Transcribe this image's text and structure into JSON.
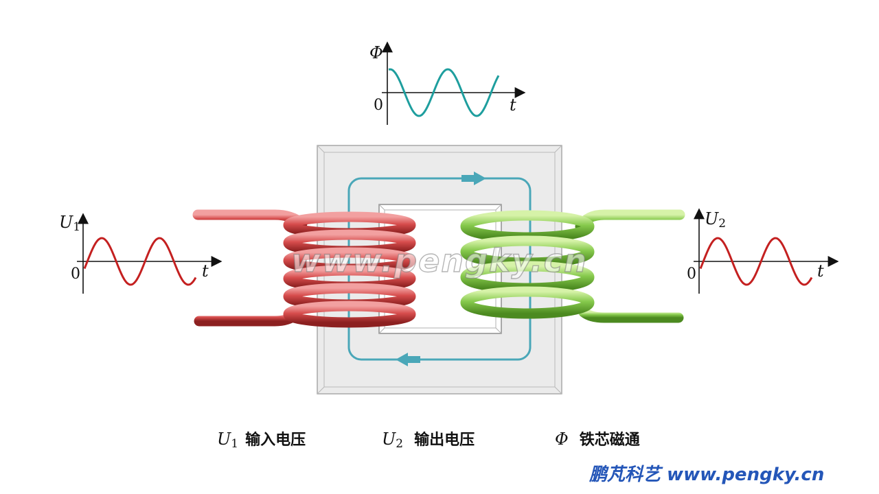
{
  "flux_graph": {
    "y_label": "Φ",
    "zero_label": "0",
    "x_label": "t"
  },
  "u1_graph": {
    "y_label": "U",
    "y_sub": "1",
    "zero_label": "0",
    "x_label": "t"
  },
  "u2_graph": {
    "y_label": "U",
    "y_sub": "2",
    "zero_label": "0",
    "x_label": "t"
  },
  "watermark": "www.pengky.cn",
  "legend": [
    {
      "symbol": "U",
      "sub": "1",
      "text": "输入电压"
    },
    {
      "symbol": "U",
      "sub": "2",
      "text": "输出电压"
    },
    {
      "symbol": "Φ",
      "sub": "",
      "text": "铁芯磁通"
    }
  ],
  "brand": {
    "text": "鹏芃科艺 www.pengky.cn",
    "color": "#2456b8"
  },
  "colors": {
    "primary_coil": "#d24a4a",
    "secondary_coil": "#7cc24a",
    "flux_path": "#4aa7b8",
    "core": "#d6d6d6",
    "input_wave": "#c42020",
    "output_wave": "#c42020",
    "flux_wave": "#1e9e9e"
  }
}
